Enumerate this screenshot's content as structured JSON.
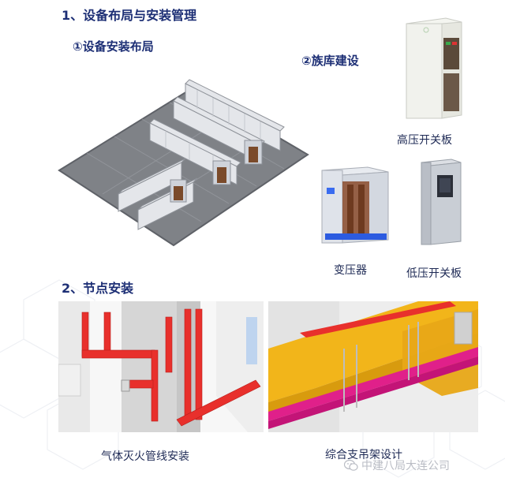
{
  "section1": {
    "heading": "1、设备布局与安装管理",
    "sub1": "①设备安装布局",
    "sub2": "②族库建设"
  },
  "equipment": {
    "hv_label": "高压开关板",
    "transformer_label": "变压器",
    "lv_label": "低压开关板"
  },
  "section2": {
    "heading": "2、节点安装",
    "caption_left": "气体灭火管线安装",
    "caption_right": "综合支吊架设计"
  },
  "watermark": {
    "text": "中建八局大连公司",
    "icon": "wechat-icon"
  },
  "colors": {
    "heading": "#1d2f75",
    "pipe_red": "#e8302c",
    "tray_yellow": "#f2b51a",
    "tray_magenta": "#e0208a",
    "floor_gray": "#7f8287"
  }
}
